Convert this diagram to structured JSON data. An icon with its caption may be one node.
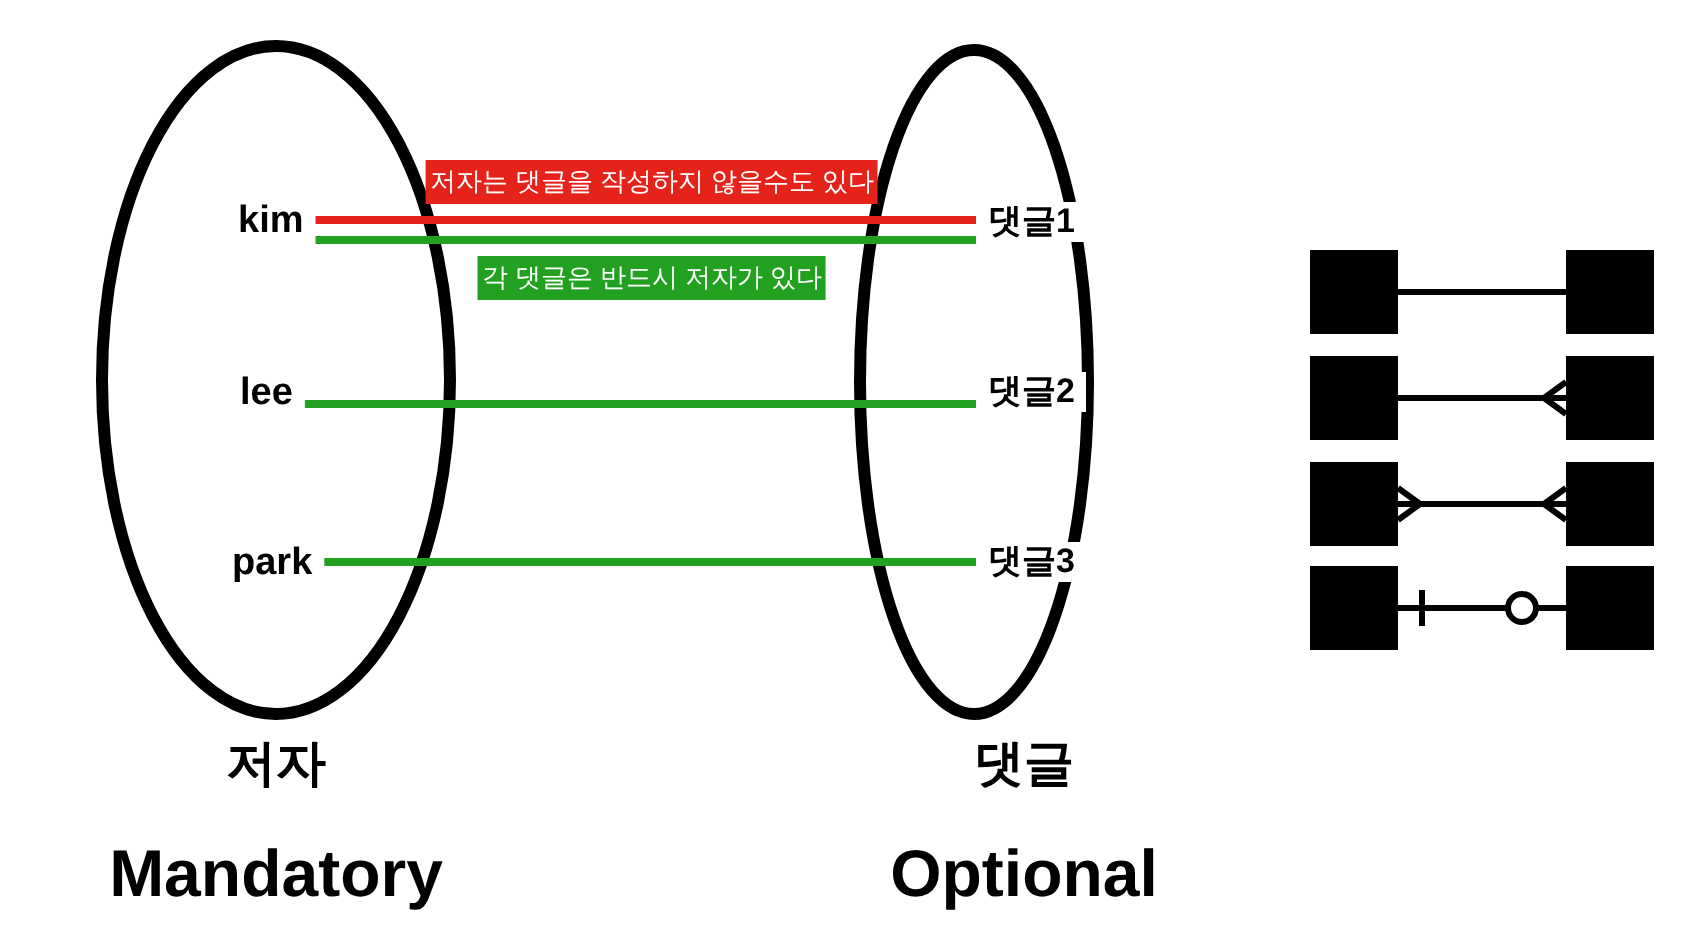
{
  "diagram": {
    "nodes": [
      {
        "text": [
          "저자"
        ],
        "beside": [
          "Mandatory"
        ]
      },
      {
        "text": [
          "kim"
        ],
        "in": 0
      },
      {
        "text": [
          "lee"
        ],
        "in": 0
      },
      {
        "text": [
          "park"
        ],
        "in": 0
      },
      {
        "text": [
          "댓글"
        ],
        "beside": [
          "Optional"
        ]
      },
      {
        "text": [
          "댓글1"
        ],
        "in": 4
      },
      {
        "text": [
          "댓글2"
        ],
        "in": 4
      },
      {
        "text": [
          "댓글3"
        ],
        "in": 4
      },
      {
        "text": [],
        "shape": "box"
      },
      {
        "text": [],
        "shape": "box"
      },
      {
        "text": [],
        "shape": "box"
      },
      {
        "text": [],
        "shape": "box"
      },
      {
        "text": [],
        "shape": "box"
      },
      {
        "text": [],
        "shape": "box"
      },
      {
        "text": [],
        "shape": "box"
      },
      {
        "text": [],
        "shape": "box"
      }
    ],
    "edges": [
      {
        "from": 1,
        "to": 5,
        "arrow": "none",
        "label": "저자는 댓글을 작성하지 않을수도 있다",
        "color": "#e5231b"
      },
      {
        "from": 1,
        "to": 5,
        "arrow": "none",
        "label": "각 댓글은 반드시 저자가 있다",
        "color": "#22a020"
      },
      {
        "from": 2,
        "to": 6,
        "arrow": "none",
        "color": "#22a020"
      },
      {
        "from": 3,
        "to": 7,
        "arrow": "none",
        "color": "#22a020"
      },
      {
        "from": 8,
        "to": 9,
        "arrow": "none"
      },
      {
        "from": 10,
        "to": 11,
        "arrow": "other"
      },
      {
        "from": 12,
        "to": 13,
        "arrow": "other"
      },
      {
        "from": 14,
        "to": 15,
        "arrow": "other"
      }
    ]
  }
}
